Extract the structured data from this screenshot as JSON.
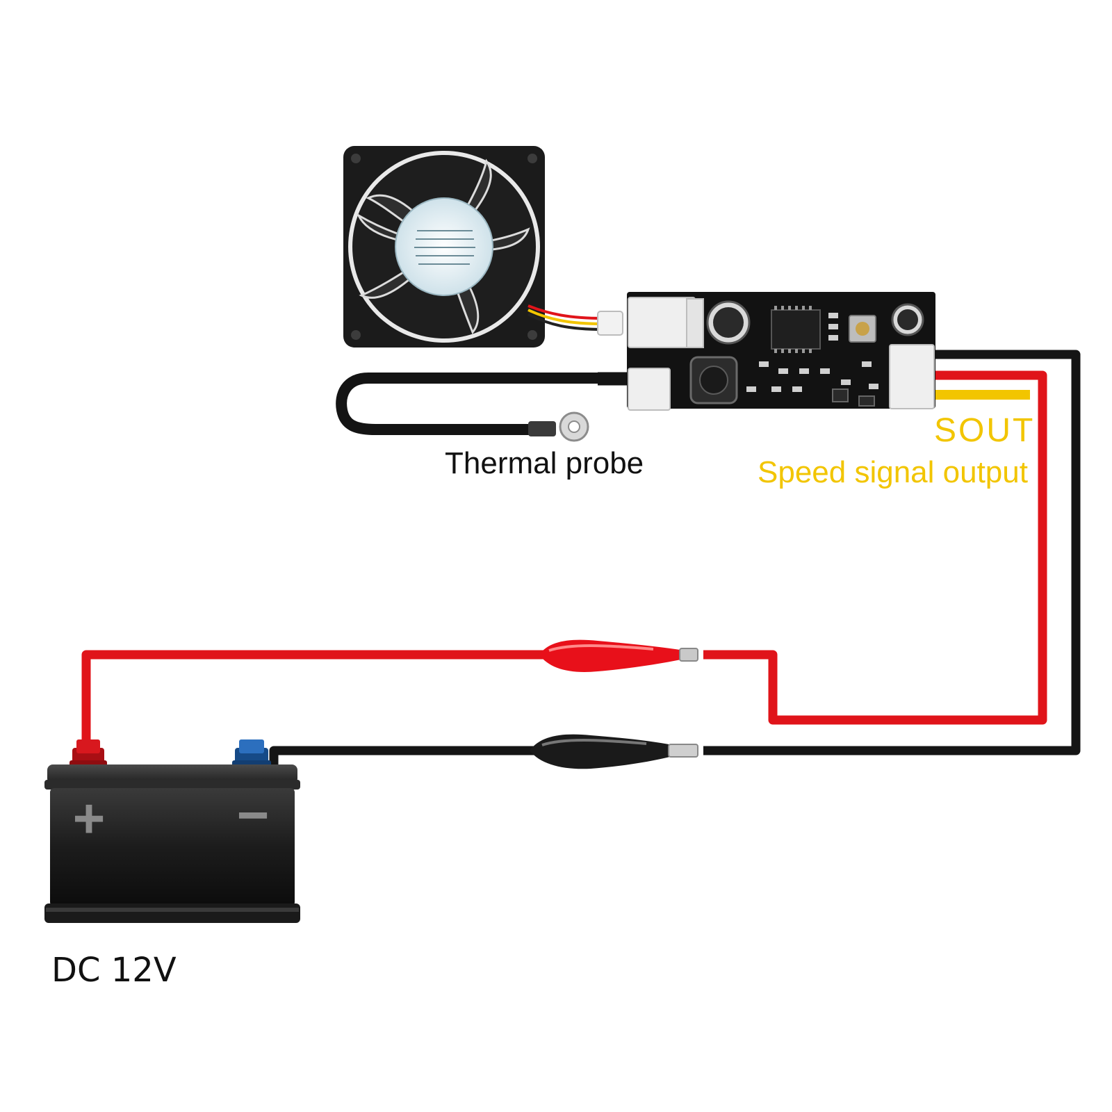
{
  "labels": {
    "thermal_probe": "Thermal probe",
    "sout": "SOUT",
    "speed_signal_output": "Speed signal output",
    "dc_voltage": "DC 12V"
  },
  "battery": {
    "plus_symbol": "+",
    "minus_symbol": "−"
  },
  "colors": {
    "positive_wire": "#e0141a",
    "negative_wire": "#151515",
    "signal": "#f2c500",
    "negative_terminal": "#1f5fa8",
    "positive_terminal": "#c8141a"
  }
}
